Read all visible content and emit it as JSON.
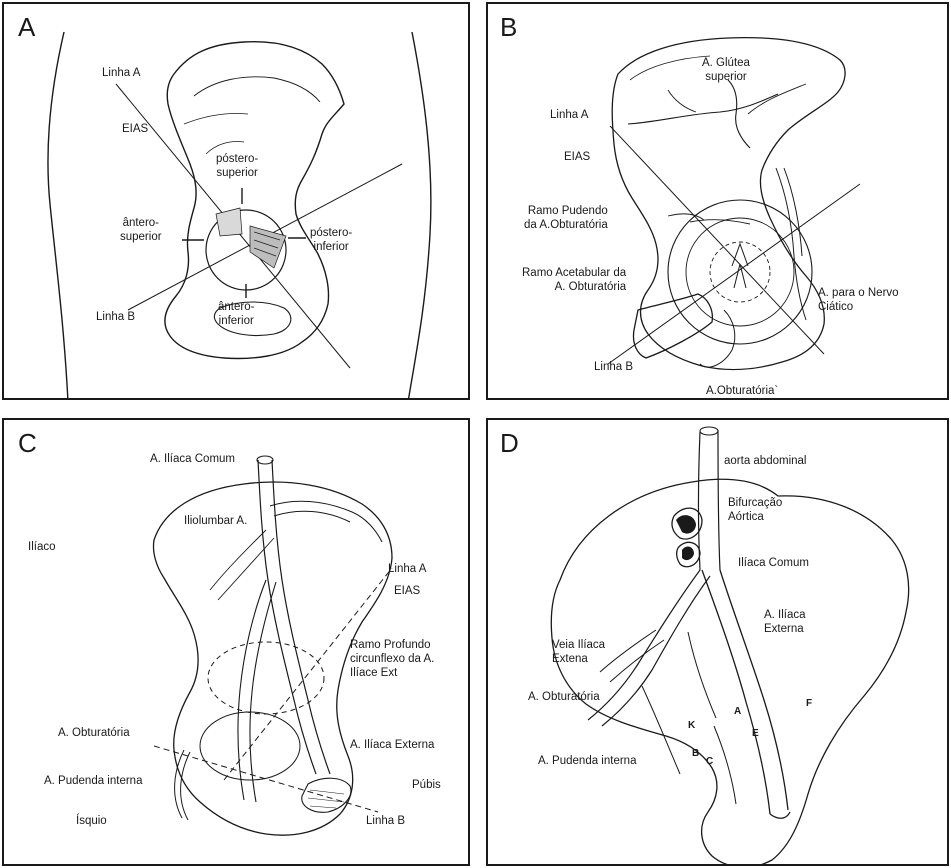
{
  "panels": {
    "a": {
      "letter": "A",
      "labels": {
        "linha_a": "Linha A",
        "eias": "EIAS",
        "postero_superior": "póstero-\nsuperior",
        "antero_superior": "ântero-\nsuperior",
        "postero_inferior": "póstero-\ninferior",
        "antero_inferior": "ântero-\ninferior",
        "linha_b": "Linha B"
      }
    },
    "b": {
      "letter": "B",
      "labels": {
        "glutea": "A. Glútea\nsuperior",
        "linha_a": "Linha A",
        "eias": "EIAS",
        "ramo_pudendo": "Ramo Pudendo\nda A.Obturatória",
        "ramo_acetabular": "Ramo Acetabular da\nA. Obturatória",
        "nervo_ciatico": "A. para o Nervo\nCiático",
        "linha_b": "Linha B",
        "obturatoria": "A.Obturatória`"
      }
    },
    "c": {
      "letter": "C",
      "labels": {
        "iliaca_comum": "A. Ilíaca Comum",
        "iliolumbar": "Iliolumbar A.",
        "iliaco": "Ilíaco",
        "linha_a": "Linha A",
        "eias": "EIAS",
        "ramo_profundo": "Ramo Profundo\ncircunflexo da A.\nIlíace Ext",
        "obturatoria": "A. Obturatória",
        "iliaca_externa": "A. Ilíaca Externa",
        "pudenda_interna": "A. Pudenda interna",
        "pubis": "Púbis",
        "isquio": "Ísquio",
        "linha_b": "Linha B"
      }
    },
    "d": {
      "letter": "D",
      "labels": {
        "aorta": "aorta abdominal",
        "bifurcacao": "Bifurcação\nAórtica",
        "iliaca_comum": "Ilíaca Comum",
        "iliaca_externa": "A. Ilíaca\nExterna",
        "veia_iliaca": "Veia Ilíaca\nExtena",
        "obturatoria": "A. Obturatória",
        "pudenda_interna": "A. Pudenda interna"
      },
      "point_letters": {
        "a": "A",
        "b": "B",
        "c": "C",
        "e": "E",
        "f": "F",
        "k": "K"
      }
    }
  }
}
